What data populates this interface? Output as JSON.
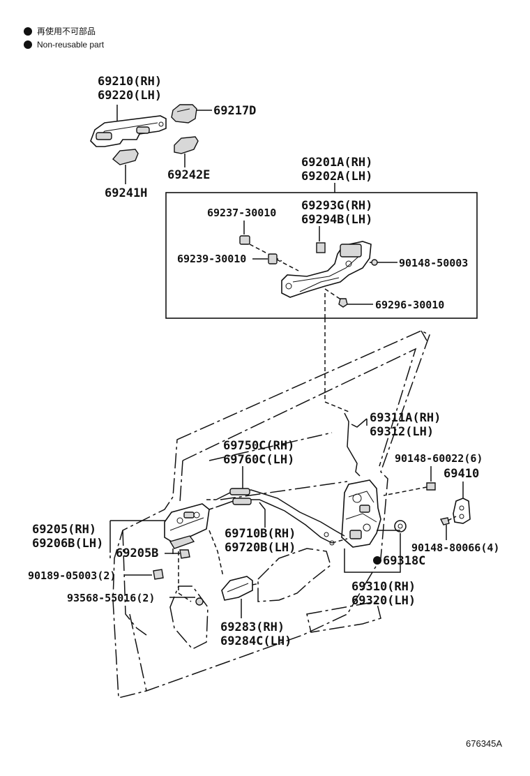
{
  "legend": {
    "japanese": "再使用不可部品",
    "english": "Non-reusable part"
  },
  "labels": {
    "outer_handle_rh": "69210(RH)",
    "outer_handle_lh": "69220(LH)",
    "cap": "69217D",
    "pad": "69242E",
    "base_pad": "69241H",
    "frame_assy_rh": "69201A(RH)",
    "frame_assy_lh": "69202A(LH)",
    "frame_sub_rh": "69293G(RH)",
    "frame_sub_lh": "69294B(LH)",
    "clip_a": "69237-30010",
    "clip_b": "69239-30010",
    "screw_a": "90148-50003",
    "bolt_a": "69296-30010",
    "rod_rh": "69311A(RH)",
    "rod_lh": "69312(LH)",
    "screw_b": "90148-60022(6)",
    "striker": "69410",
    "screw_c": "90148-80066(4)",
    "cable_a_rh": "69750C(RH)",
    "cable_a_lh": "69760C(LH)",
    "cable_b_rh": "69710B(RH)",
    "cable_b_lh": "69720B(LH)",
    "inner_handle_rh": "69205(RH)",
    "inner_handle_lh": "69206B(LH)",
    "inner_bezel": "69205B",
    "clip_c": "90189-05003(2)",
    "screw_d": "93568-55016(2)",
    "cover_rh": "69283(RH)",
    "cover_lh": "69284C(LH)",
    "seal": "69318C",
    "lock_rh": "69310(RH)",
    "lock_lh": "69320(LH)",
    "diagram_id": "676345A"
  }
}
